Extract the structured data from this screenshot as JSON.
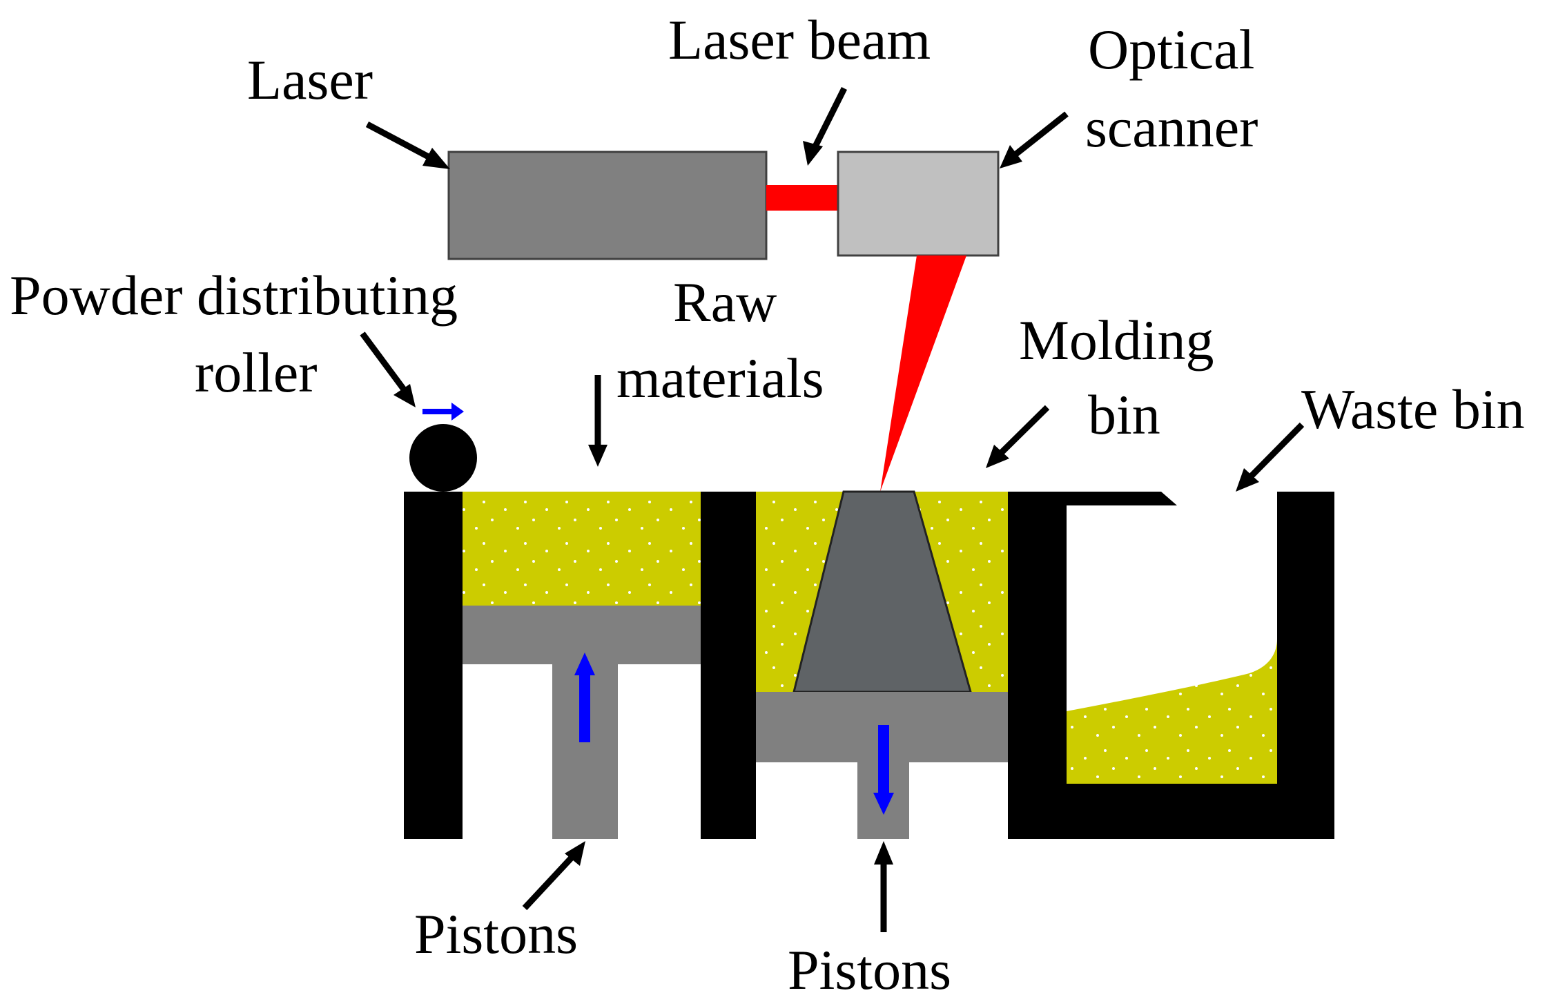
{
  "labels": {
    "laser": "Laser",
    "laser_beam": "Laser beam",
    "optical_scanner_line1": "Optical",
    "optical_scanner_line2": "scanner",
    "roller_line1": "Powder distributing",
    "roller_line2": "roller",
    "raw_materials_line1": "Raw",
    "raw_materials_line2": "materials",
    "molding_bin_line1": "Molding",
    "molding_bin_line2": "bin",
    "waste_bin": "Waste bin",
    "pistons_left": "Pistons",
    "pistons_right": "Pistons"
  },
  "colors": {
    "wall": "#000000",
    "laser_body": "#808080",
    "scanner_body": "#c0c0c0",
    "beam": "#ff0000",
    "powder": "#cccc00",
    "piston": "#808080",
    "part": "#5f6366",
    "motion_arrow": "#0000ff"
  }
}
